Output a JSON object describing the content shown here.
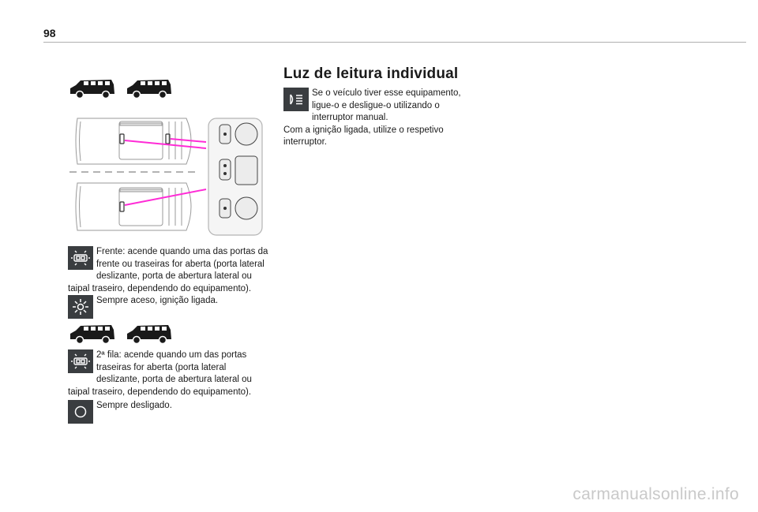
{
  "page": {
    "number": "98"
  },
  "section": {
    "title": "Luz de leitura individual"
  },
  "left": {
    "front_door_text": "Frente: acende quando uma das portas da frente ou traseiras for aberta (porta lateral deslizante, porta de abertura lateral ou taipal traseiro, dependendo do equipamento).",
    "always_on_text": "Sempre aceso, ignição ligada.",
    "row2_text": "2ª fila: acende quando um das portas traseiras for aberta (porta lateral deslizante, porta de abertura lateral ou taipal traseiro, dependendo do equipamento).",
    "always_off_text": "Sempre desligado."
  },
  "right": {
    "para1": "Se o veículo tiver esse equipamento, ligue-o e desligue-o utilizando o interruptor manual.",
    "para2": "Com a ignição ligada, utilize o respetivo interruptor."
  },
  "icons": {
    "door_lamp": "door-lamp-icon",
    "sun": "sun-lamp-icon",
    "off": "lamp-off-icon",
    "reading": "reading-lamp-icon",
    "car": "van-silhouette-icon"
  },
  "colors": {
    "icon_bg": "#3a3d40",
    "accent": "#ff2bd6"
  },
  "footer": {
    "watermark": "carmanualsonline.info"
  }
}
